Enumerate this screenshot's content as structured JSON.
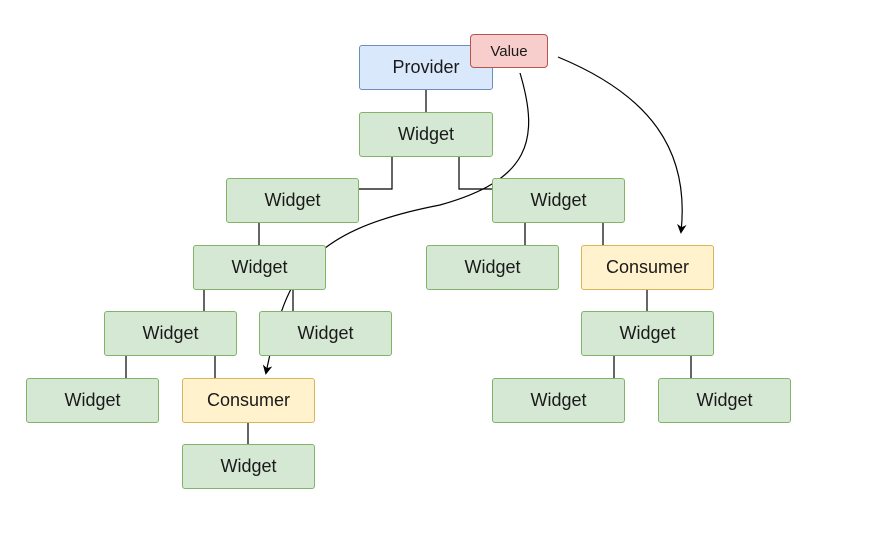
{
  "diagram": {
    "nodes": [
      {
        "id": "provider",
        "label": "Provider",
        "kind": "provider"
      },
      {
        "id": "value",
        "label": "Value",
        "kind": "value"
      },
      {
        "id": "w-root",
        "label": "Widget",
        "kind": "widget"
      },
      {
        "id": "w-l1",
        "label": "Widget",
        "kind": "widget"
      },
      {
        "id": "w-r1",
        "label": "Widget",
        "kind": "widget"
      },
      {
        "id": "w-l2",
        "label": "Widget",
        "kind": "widget"
      },
      {
        "id": "w-r2a",
        "label": "Widget",
        "kind": "widget"
      },
      {
        "id": "consumer-right",
        "label": "Consumer",
        "kind": "consumer"
      },
      {
        "id": "w-l3a",
        "label": "Widget",
        "kind": "widget"
      },
      {
        "id": "w-l3b",
        "label": "Widget",
        "kind": "widget"
      },
      {
        "id": "w-r3",
        "label": "Widget",
        "kind": "widget"
      },
      {
        "id": "w-l4a",
        "label": "Widget",
        "kind": "widget"
      },
      {
        "id": "consumer-left",
        "label": "Consumer",
        "kind": "consumer"
      },
      {
        "id": "w-r4a",
        "label": "Widget",
        "kind": "widget"
      },
      {
        "id": "w-r4b",
        "label": "Widget",
        "kind": "widget"
      },
      {
        "id": "w-l5",
        "label": "Widget",
        "kind": "widget"
      }
    ],
    "edges": [
      [
        "provider",
        "w-root"
      ],
      [
        "w-root",
        "w-l1"
      ],
      [
        "w-root",
        "w-r1"
      ],
      [
        "w-l1",
        "w-l2"
      ],
      [
        "w-r1",
        "w-r2a"
      ],
      [
        "w-r1",
        "consumer-right"
      ],
      [
        "w-l2",
        "w-l3a"
      ],
      [
        "w-l2",
        "w-l3b"
      ],
      [
        "consumer-right",
        "w-r3"
      ],
      [
        "w-l3a",
        "w-l4a"
      ],
      [
        "w-l3a",
        "consumer-left"
      ],
      [
        "w-r3",
        "w-r4a"
      ],
      [
        "w-r3",
        "w-r4b"
      ],
      [
        "consumer-left",
        "w-l5"
      ]
    ],
    "arrows": [
      {
        "from": "value",
        "to": "consumer-left"
      },
      {
        "from": "value",
        "to": "consumer-right"
      }
    ],
    "colors": {
      "widget_fill": "#d5e8d4",
      "widget_stroke": "#82b366",
      "provider_fill": "#dae8fc",
      "provider_stroke": "#6c8ebf",
      "consumer_fill": "#fff2cc",
      "consumer_stroke": "#d6b656",
      "value_fill": "#f8cecc",
      "value_stroke": "#b85450",
      "line": "#000000"
    }
  }
}
